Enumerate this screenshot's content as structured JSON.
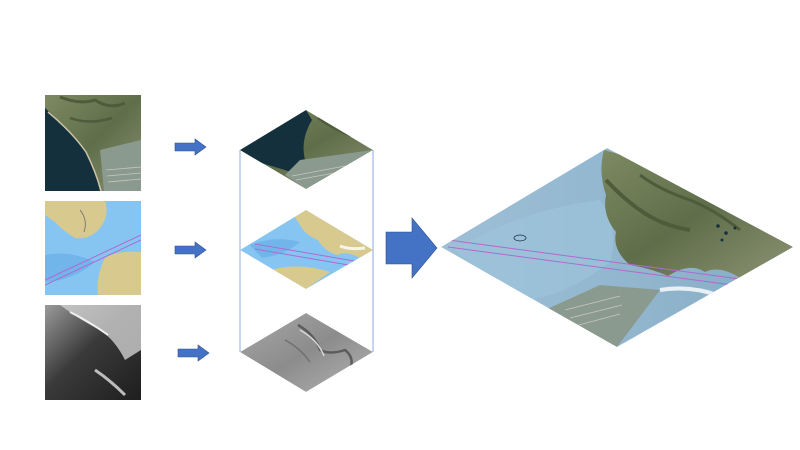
{
  "diagram": {
    "source_tiles": [
      {
        "kind": "satellite-imagery"
      },
      {
        "kind": "nautical-chart"
      },
      {
        "kind": "elevation-heightmap"
      }
    ],
    "layers": [
      {
        "kind": "satellite-imagery-layer"
      },
      {
        "kind": "nautical-chart-layer"
      },
      {
        "kind": "terrain-hillshade-layer"
      }
    ],
    "composite": {
      "kind": "fused-3d-map"
    },
    "colors": {
      "arrow": "#4472c4",
      "arrow_stroke": "#2f528f",
      "connector": "#8ea9db",
      "ocean_dark": "#15303d",
      "land_green": "#6d7a55",
      "chart_water": "#86c5f2",
      "chart_deep": "#6aaee8",
      "chart_land": "#d8ca8e",
      "channel": "#b06ad0",
      "terrain_gray": "#8a8a8a",
      "composite_water": "#8fb6cf"
    }
  }
}
